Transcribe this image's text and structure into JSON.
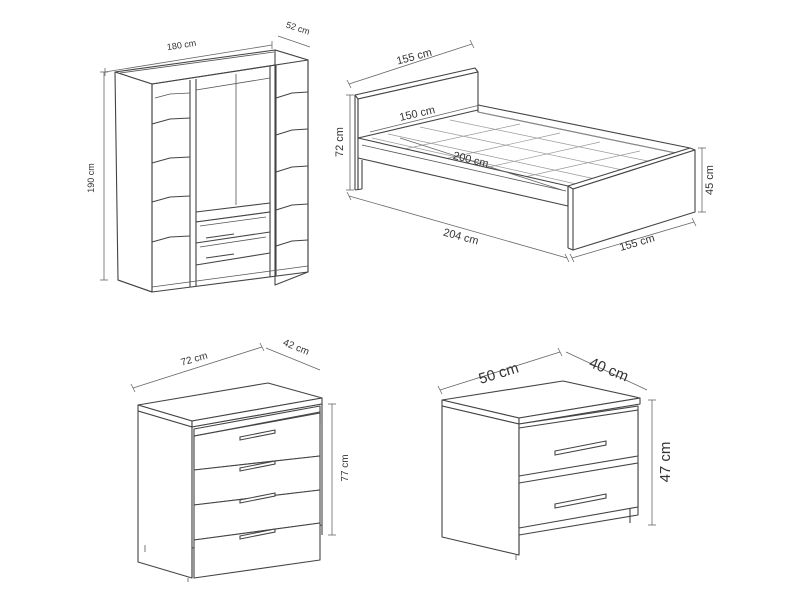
{
  "wardrobe": {
    "width_label": "180 cm",
    "depth_label": "52 cm",
    "height_label": "190 cm"
  },
  "bed": {
    "headboard_width_label": "155 cm",
    "headboard_height_label": "72 cm",
    "mattress_width_label": "150 cm",
    "mattress_length_label": "200 cm",
    "footboard_height_label": "45 cm",
    "total_length_label": "204 cm",
    "footboard_width_label": "155 cm"
  },
  "dresser": {
    "width_label": "72 cm",
    "depth_label": "42 cm",
    "height_label": "77 cm"
  },
  "nightstand": {
    "width_label": "50 cm",
    "depth_label": "40 cm",
    "height_label": "47 cm"
  }
}
